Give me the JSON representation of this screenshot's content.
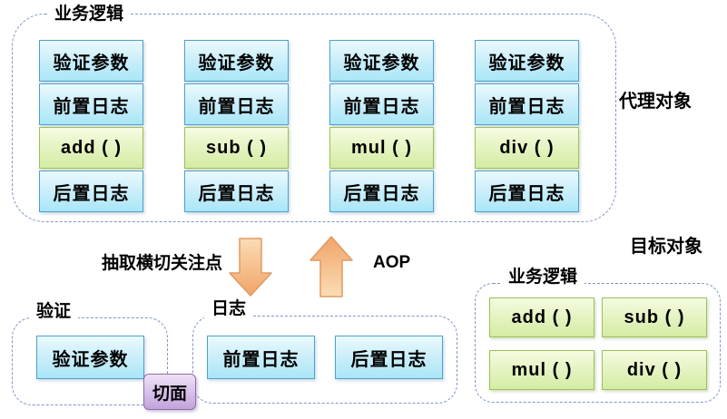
{
  "proxy": {
    "group_label": "业务逻辑",
    "side_label": "代理对象",
    "columns": [
      {
        "cells": [
          "验证参数",
          "前置日志",
          "add ( )",
          "后置日志"
        ]
      },
      {
        "cells": [
          "验证参数",
          "前置日志",
          "sub ( )",
          "后置日志"
        ]
      },
      {
        "cells": [
          "验证参数",
          "前置日志",
          "mul ( )",
          "后置日志"
        ]
      },
      {
        "cells": [
          "验证参数",
          "前置日志",
          "div ( )",
          "后置日志"
        ]
      }
    ]
  },
  "transform": {
    "extract_label": "抽取横切关注点",
    "aop_label": "AOP"
  },
  "aspects": {
    "validation": {
      "group_label": "验证",
      "items": [
        "验证参数"
      ]
    },
    "logging": {
      "group_label": "日志",
      "items": [
        "前置日志",
        "后置日志"
      ]
    },
    "badge_label": "切面"
  },
  "target": {
    "caption": "目标对象",
    "group_label": "业务逻辑",
    "methods": [
      "add ( )",
      "sub ( )",
      "mul ( )",
      "div ( )"
    ]
  },
  "colors": {
    "blue_box_border": "#4da0cf",
    "blue_box_fill_top": "#eafafd",
    "blue_box_fill_bottom": "#a9e6f7",
    "green_box_border": "#9dbf59",
    "green_box_fill_top": "#f5fbe2",
    "green_box_fill_bottom": "#d4eca4",
    "dashed_border": "#7e95c5",
    "arrow_fill_light": "#fbd8ae",
    "arrow_fill_dark": "#f2a96e",
    "arrow_stroke": "#e09a60",
    "badge_border": "#8e6cab",
    "badge_fill_top": "#eee2f6",
    "badge_fill_bottom": "#c3a3da"
  }
}
